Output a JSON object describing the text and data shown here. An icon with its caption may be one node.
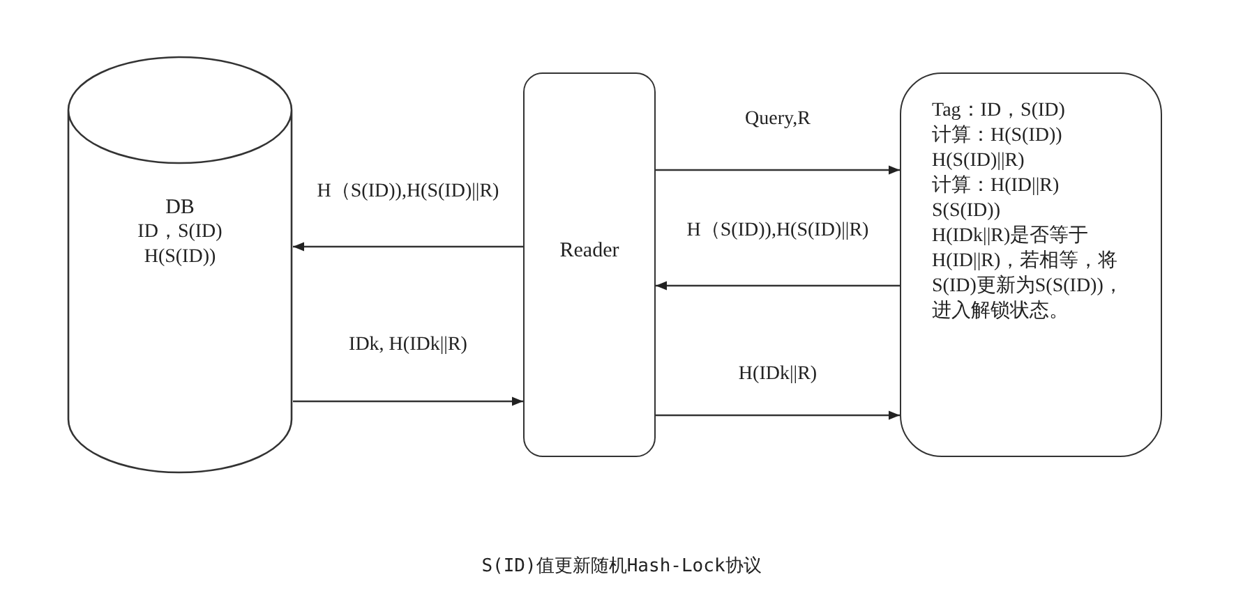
{
  "diagram": {
    "caption": "S(ID)值更新随机Hash-Lock协议",
    "nodes": [
      {
        "text": [
          "DB",
          "ID，S(ID)",
          "H(S(ID))"
        ]
      },
      {
        "text": [
          "Reader"
        ]
      },
      {
        "text": [
          "Tag：ID，S(ID)",
          "计算：H(S(ID))",
          "H(S(ID)||R)",
          "计算：H(ID||R)",
          "S(S(ID))",
          "H(IDk||R)是否等于H(ID||R)，若相等，将S(ID)更新为S(S(ID))，进入解锁状态。"
        ]
      }
    ],
    "edges": [
      {
        "from": 1,
        "to": 0,
        "arrow": "to",
        "label": "H（S(ID)),H(S(ID)||R)"
      },
      {
        "from": 0,
        "to": 1,
        "arrow": "to",
        "label": "IDk, H(IDk||R)"
      },
      {
        "from": 1,
        "to": 2,
        "arrow": "to",
        "label": "Query,R"
      },
      {
        "from": 2,
        "to": 1,
        "arrow": "to",
        "label": "H（S(ID)),H(S(ID)||R)"
      },
      {
        "from": 1,
        "to": 2,
        "arrow": "to",
        "label": "H(IDk||R)"
      }
    ]
  }
}
